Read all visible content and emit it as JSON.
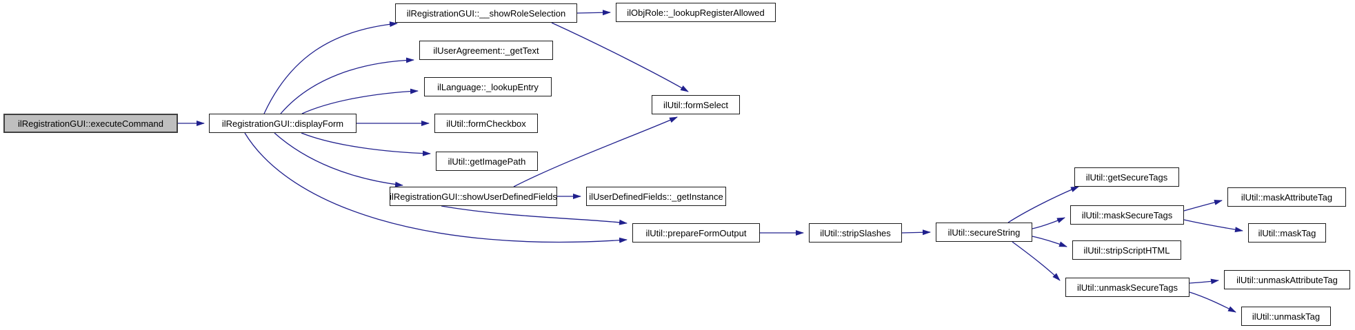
{
  "graph": {
    "type": "call-graph",
    "colors": {
      "background": "#ffffff",
      "edge": "#20208d",
      "node_fill": "#ffffff",
      "node_border": "#1a1a1a",
      "highlight_fill": "#bfbfbf",
      "highlight_border": "#3f3f3f",
      "text": "#000000"
    },
    "nodes": [
      {
        "id": "executeCommand",
        "label": "ilRegistrationGUI::executeCommand",
        "highlighted": true
      },
      {
        "id": "displayForm",
        "label": "ilRegistrationGUI::displayForm",
        "highlighted": false
      },
      {
        "id": "showRoleSelection",
        "label": "ilRegistrationGUI::__showRoleSelection",
        "highlighted": false
      },
      {
        "id": "lookupRegisterAllowed",
        "label": "ilObjRole::_lookupRegisterAllowed",
        "highlighted": false
      },
      {
        "id": "getText",
        "label": "ilUserAgreement::_getText",
        "highlighted": false
      },
      {
        "id": "lookupEntry",
        "label": "ilLanguage::_lookupEntry",
        "highlighted": false
      },
      {
        "id": "formSelect",
        "label": "ilUtil::formSelect",
        "highlighted": false
      },
      {
        "id": "formCheckbox",
        "label": "ilUtil::formCheckbox",
        "highlighted": false
      },
      {
        "id": "getImagePath",
        "label": "ilUtil::getImagePath",
        "highlighted": false
      },
      {
        "id": "showUserDefinedFields",
        "label": "ilRegistrationGUI::showUserDefinedFields",
        "highlighted": false
      },
      {
        "id": "getInstance",
        "label": "ilUserDefinedFields::_getInstance",
        "highlighted": false
      },
      {
        "id": "prepareFormOutput",
        "label": "ilUtil::prepareFormOutput",
        "highlighted": false
      },
      {
        "id": "stripSlashes",
        "label": "ilUtil::stripSlashes",
        "highlighted": false
      },
      {
        "id": "secureString",
        "label": "ilUtil::secureString",
        "highlighted": false
      },
      {
        "id": "getSecureTags",
        "label": "ilUtil::getSecureTags",
        "highlighted": false
      },
      {
        "id": "maskSecureTags",
        "label": "ilUtil::maskSecureTags",
        "highlighted": false
      },
      {
        "id": "maskAttributeTag",
        "label": "ilUtil::maskAttributeTag",
        "highlighted": false
      },
      {
        "id": "maskTag",
        "label": "ilUtil::maskTag",
        "highlighted": false
      },
      {
        "id": "stripScriptHTML",
        "label": "ilUtil::stripScriptHTML",
        "highlighted": false
      },
      {
        "id": "unmaskSecureTags",
        "label": "ilUtil::unmaskSecureTags",
        "highlighted": false
      },
      {
        "id": "unmaskAttributeTag",
        "label": "ilUtil::unmaskAttributeTag",
        "highlighted": false
      },
      {
        "id": "unmaskTag",
        "label": "ilUtil::unmaskTag",
        "highlighted": false
      }
    ],
    "edges": [
      [
        "executeCommand",
        "displayForm"
      ],
      [
        "displayForm",
        "showRoleSelection"
      ],
      [
        "displayForm",
        "getText"
      ],
      [
        "displayForm",
        "lookupEntry"
      ],
      [
        "displayForm",
        "formCheckbox"
      ],
      [
        "displayForm",
        "getImagePath"
      ],
      [
        "displayForm",
        "showUserDefinedFields"
      ],
      [
        "displayForm",
        "prepareFormOutput"
      ],
      [
        "showRoleSelection",
        "lookupRegisterAllowed"
      ],
      [
        "showRoleSelection",
        "formSelect"
      ],
      [
        "showUserDefinedFields",
        "formSelect"
      ],
      [
        "showUserDefinedFields",
        "getInstance"
      ],
      [
        "showUserDefinedFields",
        "prepareFormOutput"
      ],
      [
        "prepareFormOutput",
        "stripSlashes"
      ],
      [
        "stripSlashes",
        "secureString"
      ],
      [
        "secureString",
        "getSecureTags"
      ],
      [
        "secureString",
        "maskSecureTags"
      ],
      [
        "secureString",
        "stripScriptHTML"
      ],
      [
        "secureString",
        "unmaskSecureTags"
      ],
      [
        "maskSecureTags",
        "maskAttributeTag"
      ],
      [
        "maskSecureTags",
        "maskTag"
      ],
      [
        "unmaskSecureTags",
        "unmaskAttributeTag"
      ],
      [
        "unmaskSecureTags",
        "unmaskTag"
      ]
    ]
  }
}
